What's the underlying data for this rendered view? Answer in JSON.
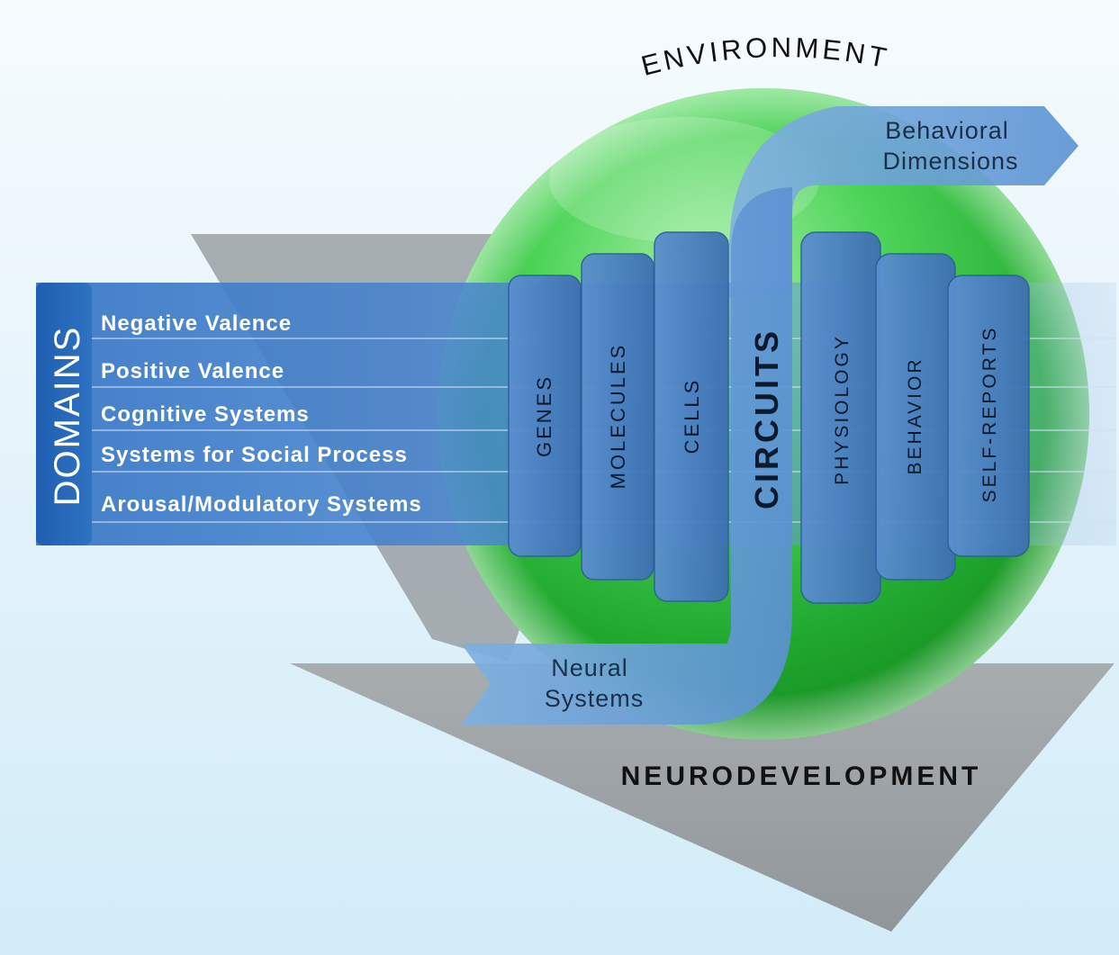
{
  "environment_label": "ENVIRONMENT",
  "neurodevelopment_label": "NEURODEVELOPMENT",
  "behavioral_dimensions": {
    "line1": "Behavioral",
    "line2": "Dimensions"
  },
  "neural_systems": {
    "line1": "Neural",
    "line2": "Systems"
  },
  "domains": {
    "title": "DOMAINS",
    "items": [
      "Negative Valence",
      "Positive Valence",
      "Cognitive Systems",
      "Systems for Social Process",
      "Arousal/Modulatory Systems"
    ]
  },
  "units_of_analysis": [
    "GENES",
    "MOLECULES",
    "CELLS",
    "CIRCUITS",
    "PHYSIOLOGY",
    "BEHAVIOR",
    "SELF-REPORTS"
  ],
  "colors": {
    "sphere": "#2eb83a",
    "domain_band": "#3f7cc8",
    "domain_tab": "#2566b8",
    "column": "#4a7fbf",
    "triangle": "#8f9496",
    "background": "#d9eef8"
  }
}
